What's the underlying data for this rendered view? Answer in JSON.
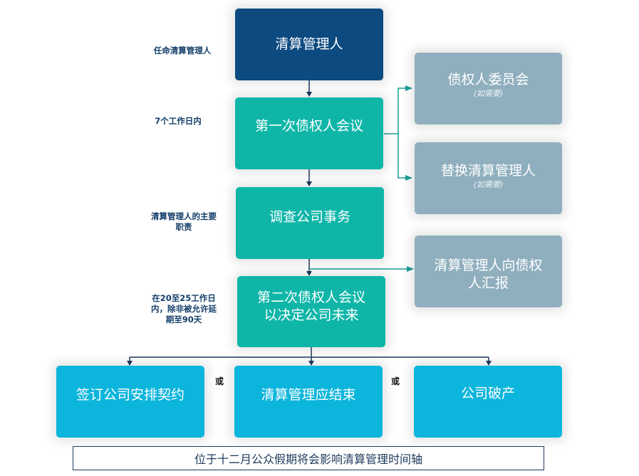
{
  "side_labels": {
    "appoint": "任命清算管理人",
    "seven_days": "7个工作日内",
    "duties": [
      "清算管理人的主要",
      "职责"
    ],
    "deadline": [
      "在20至25工作日",
      "内，除非被允许延",
      "期至90天"
    ]
  },
  "boxes": {
    "liquidator": "清算管理人",
    "first_meeting": "第一次债权人会议",
    "investigate": "调查公司事务",
    "second_meeting": [
      "第二次债权人会议",
      "以决定公司未来"
    ],
    "committee": {
      "title": "债权人委员会",
      "note": "(如需要)"
    },
    "replace": {
      "title": "替换清算管理人",
      "note": "(如需要)"
    },
    "report": [
      "清算管理人向债权",
      "人汇报"
    ],
    "outcome_arrangement": "签订公司安排契约",
    "outcome_end": "清算管理应结束",
    "outcome_bankrupt": "公司破产"
  },
  "or_label": "或",
  "footer": "位于十二月公众假期将会影响清算管理时间轴",
  "colors": {
    "navy": "#0d4a80",
    "teal": "#0fb6a8",
    "grey": "#8fafbe",
    "cyan": "#0cb5dc",
    "arrow_dark": "#1d3a5c",
    "arrow_teal": "#1a9c95"
  }
}
